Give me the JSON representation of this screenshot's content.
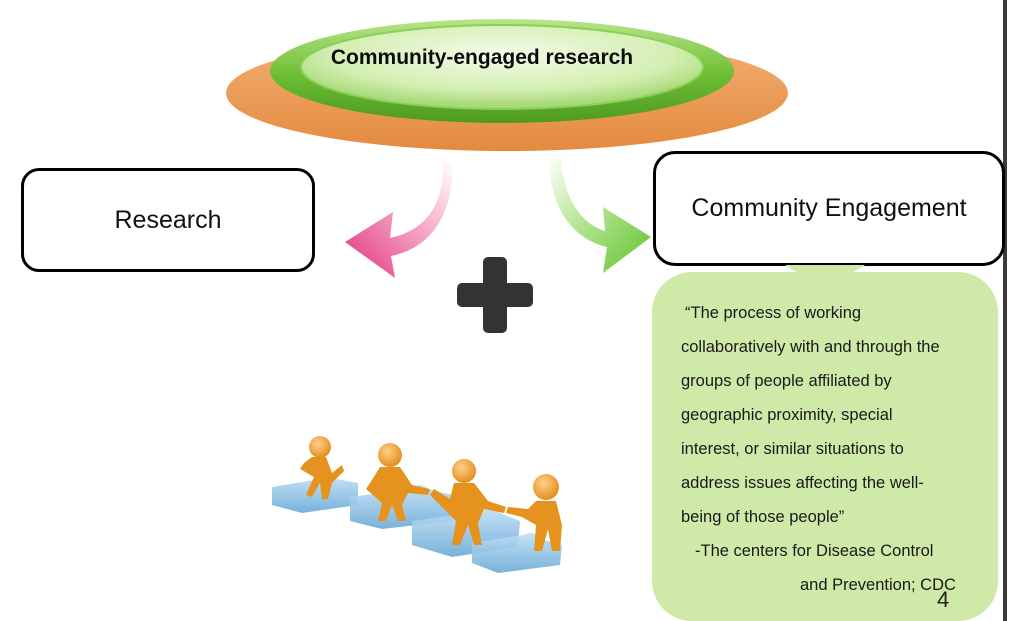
{
  "title": "Community-engaged research",
  "left_box": "Research",
  "right_box": "Community Engagement",
  "definition": {
    "lines": [
      "“The process of  working",
      "collaboratively with and through the",
      "groups of people affiliated by",
      "geographic proximity, special",
      "interest, or similar situations to",
      "address issues affecting the well-",
      "being of those people”"
    ],
    "attribution_line1": "-The centers for Disease Control",
    "attribution_line2": "and Prevention; CDC"
  },
  "page_number": "4",
  "plus_symbol": "plus-icon",
  "image": "teamwork-puzzle-people-icon",
  "colors": {
    "ellipse_green": "#7cc841",
    "ellipse_orange": "#e8954a",
    "pink_arrow": "#e8377f",
    "green_arrow": "#6cc93b",
    "callout_fill": "#cfe9a8",
    "plus": "#333333"
  }
}
